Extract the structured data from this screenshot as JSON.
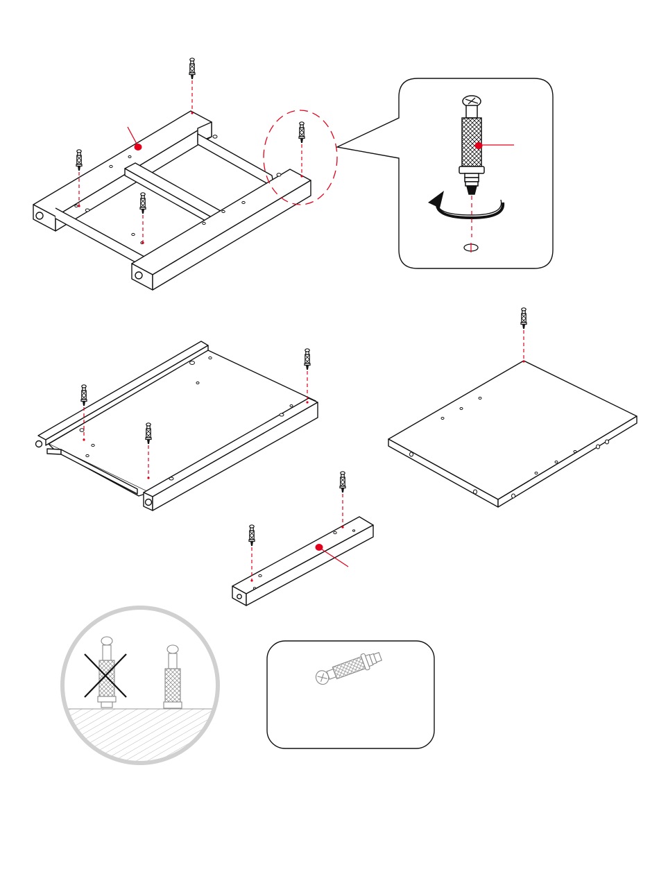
{
  "page": {
    "kind": "assembly-instruction-diagram"
  },
  "colors": {
    "line": "#111111",
    "accent_red": "#e3001b",
    "guide_red": "#e3001b",
    "gray_ring": "#cfcfcf",
    "hatch": "#8a8a8a"
  },
  "parts": {
    "step_1": {
      "name": "frame-assembly",
      "cam_bolts": 4
    },
    "step_2": {
      "name": "base-panel-with-rails",
      "cam_bolts": 3
    },
    "step_3": {
      "name": "flat-panel",
      "cam_bolts": 1
    },
    "step_4": {
      "name": "crossbar",
      "cam_bolts": 2
    }
  },
  "details": {
    "zoom_callout": {
      "shows": "cam-bolt-screw-in",
      "rotation": "clockwise"
    },
    "correct_incorrect": {
      "wrong_marked_with": "x-icon"
    },
    "hardware_box": {
      "shows": "cam-bolt"
    }
  }
}
